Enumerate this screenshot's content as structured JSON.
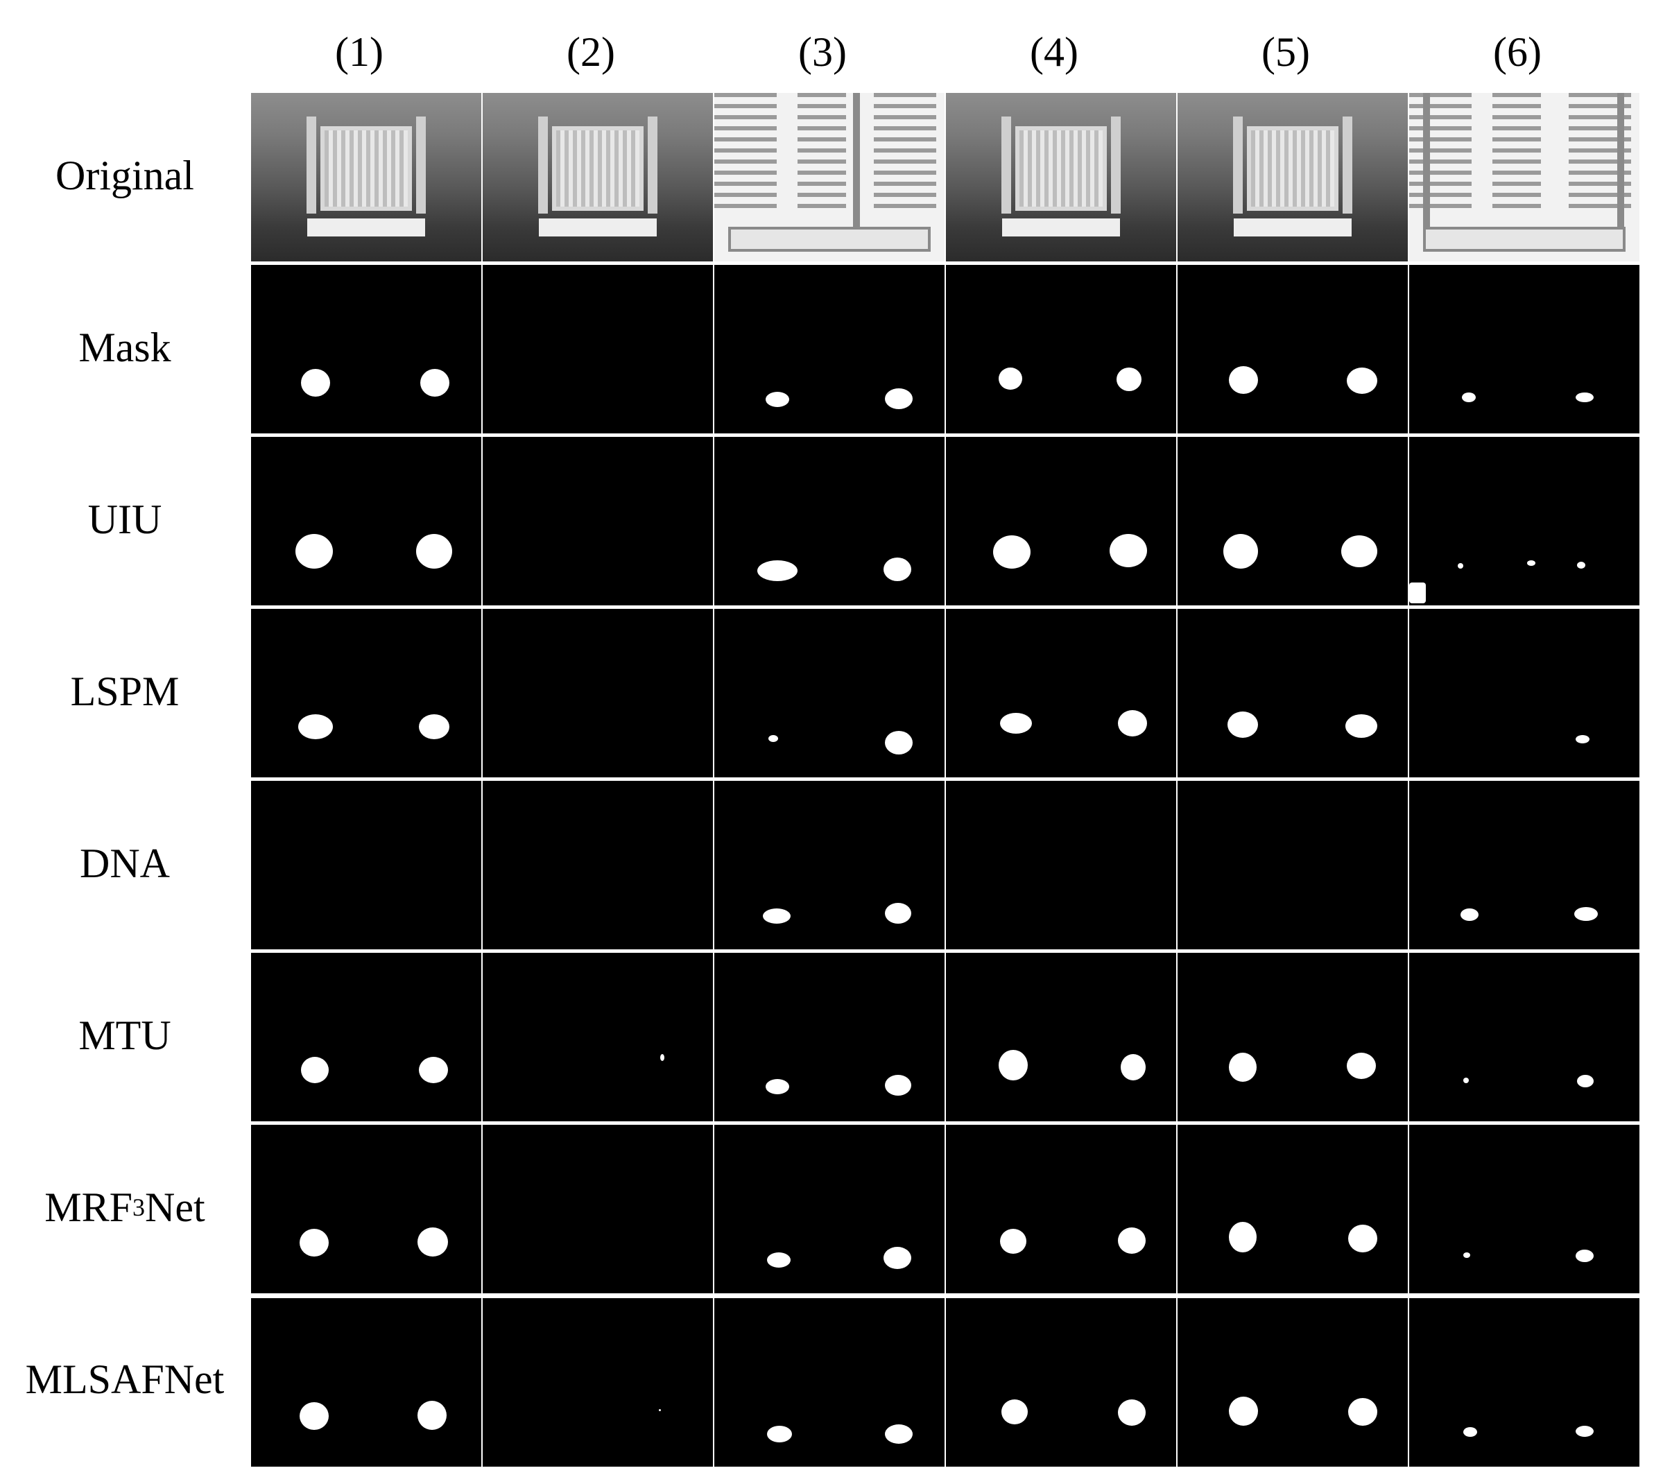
{
  "columns": [
    "(1)",
    "(2)",
    "(3)",
    "(4)",
    "(5)",
    "(6)"
  ],
  "rows": [
    {
      "label": "Original"
    },
    {
      "label": "Mask"
    },
    {
      "label": "UIU"
    },
    {
      "label": "LSPM"
    },
    {
      "label": "DNA"
    },
    {
      "label": "MTU"
    },
    {
      "label_main": "MRF",
      "label_sup": "3",
      "label_tail": "Net"
    },
    {
      "label": "MLSAFNet"
    }
  ],
  "image_types": [
    "dark-chip-photo",
    "dark-chip-photo",
    "white-connector-photo",
    "dark-chip-photo",
    "dark-chip-photo",
    "white-connector-photo"
  ]
}
